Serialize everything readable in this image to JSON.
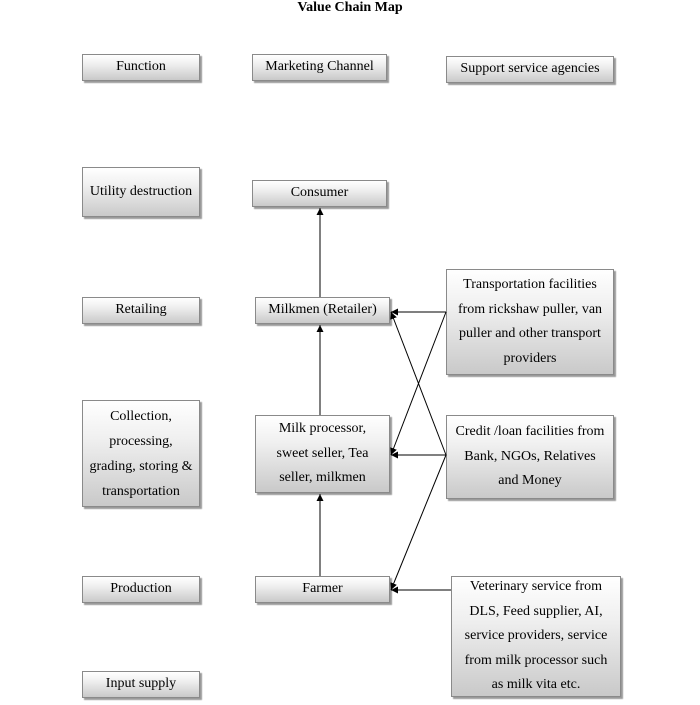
{
  "title": "Value Chain Map",
  "headers": {
    "function": "Function",
    "channel": "Marketing Channel",
    "support": "Support service agencies"
  },
  "functions": {
    "utility": "Utility destruction",
    "retailing": "Retailing",
    "collection": "Collection, processing, grading, storing & transportation",
    "production": "Production",
    "input": "Input supply"
  },
  "channel": {
    "consumer": "Consumer",
    "milkmen": "Milkmen (Retailer)",
    "processor": "Milk processor, sweet seller, Tea seller, milkmen",
    "farmer": "Farmer"
  },
  "support": {
    "transport": "Transportation facilities from rickshaw puller, van puller and other transport providers",
    "credit": "Credit /loan facilities from Bank, NGOs, Relatives and Money",
    "veterinary": "Veterinary service from DLS, Feed supplier, AI, service providers, service from milk processor such as milk vita etc."
  }
}
